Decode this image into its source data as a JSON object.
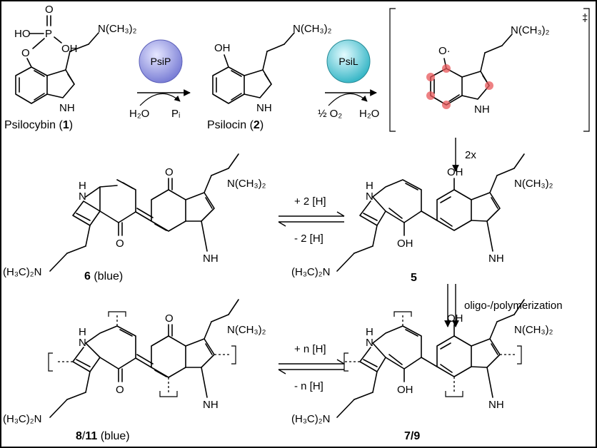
{
  "atoms": {
    "phosphorus": "P",
    "oxygen": "O",
    "hydroxyl_left": "HO",
    "hydroxyl": "OH",
    "amine_right": "N(CH₃)₂",
    "amine_left": "(H₃C)₂N",
    "nh": "NH",
    "n": "N",
    "h": "H",
    "radical_o": "O·"
  },
  "compounds": {
    "psilocybin": {
      "name": "Psilocybin (",
      "number": "1",
      "close": ")"
    },
    "psilocin": {
      "name": "Psilocin (",
      "number": "2",
      "close": ")"
    },
    "c6": {
      "number": "6",
      "suffix": " (blue)"
    },
    "c5": {
      "number": "5"
    },
    "c811": {
      "number_a": "8",
      "sep": "/",
      "number_b": "11",
      "suffix": " (blue)"
    },
    "c79": {
      "number": "7/9"
    }
  },
  "enzymes": {
    "psip": {
      "label": "PsiP",
      "color": "#7b7fd6"
    },
    "psil": {
      "label": "PsiL",
      "color": "#39b7c7"
    }
  },
  "reagents": {
    "water": "H₂O",
    "pi": "Pᵢ",
    "half_o2": "½ O₂"
  },
  "arrows": {
    "dimerization": "2x",
    "reduce_2h": "+ 2 [H]",
    "oxidize_2h": "- 2 [H]",
    "reduce_nh": "+ n [H]",
    "oxidize_nh": "- n [H]",
    "polymerization": "oligo-/polymerization"
  },
  "transition_state": {
    "symbol": "‡",
    "highlight_color": "#e8575a"
  }
}
